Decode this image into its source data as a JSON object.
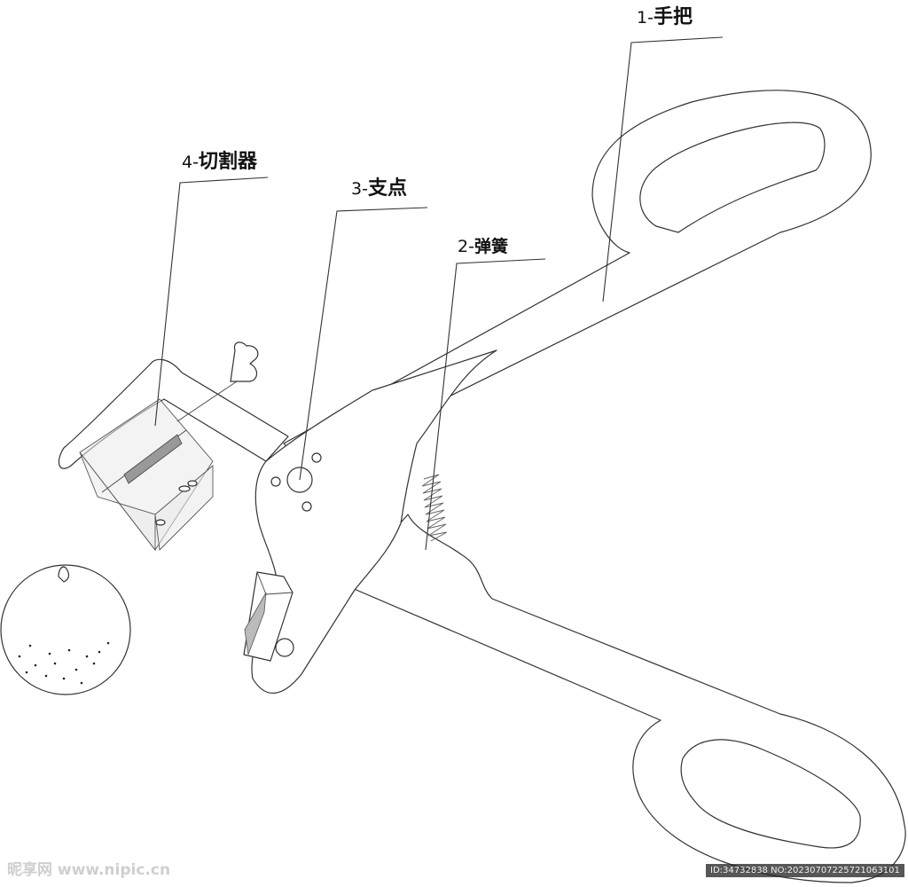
{
  "labels": {
    "handle": {
      "num": "1-",
      "text": "手把"
    },
    "spring": {
      "num": "2-",
      "text": "弹簧"
    },
    "pivot": {
      "num": "3-",
      "text": "支点"
    },
    "cutter": {
      "num": "4-",
      "text": "切割器"
    }
  },
  "watermark": {
    "left": "昵享网 www.nipic.cn",
    "right": "ID:34732838 NO:20230707225721063101"
  },
  "colors": {
    "stroke": "#333333",
    "label": "#111111",
    "background": "#ffffff"
  }
}
